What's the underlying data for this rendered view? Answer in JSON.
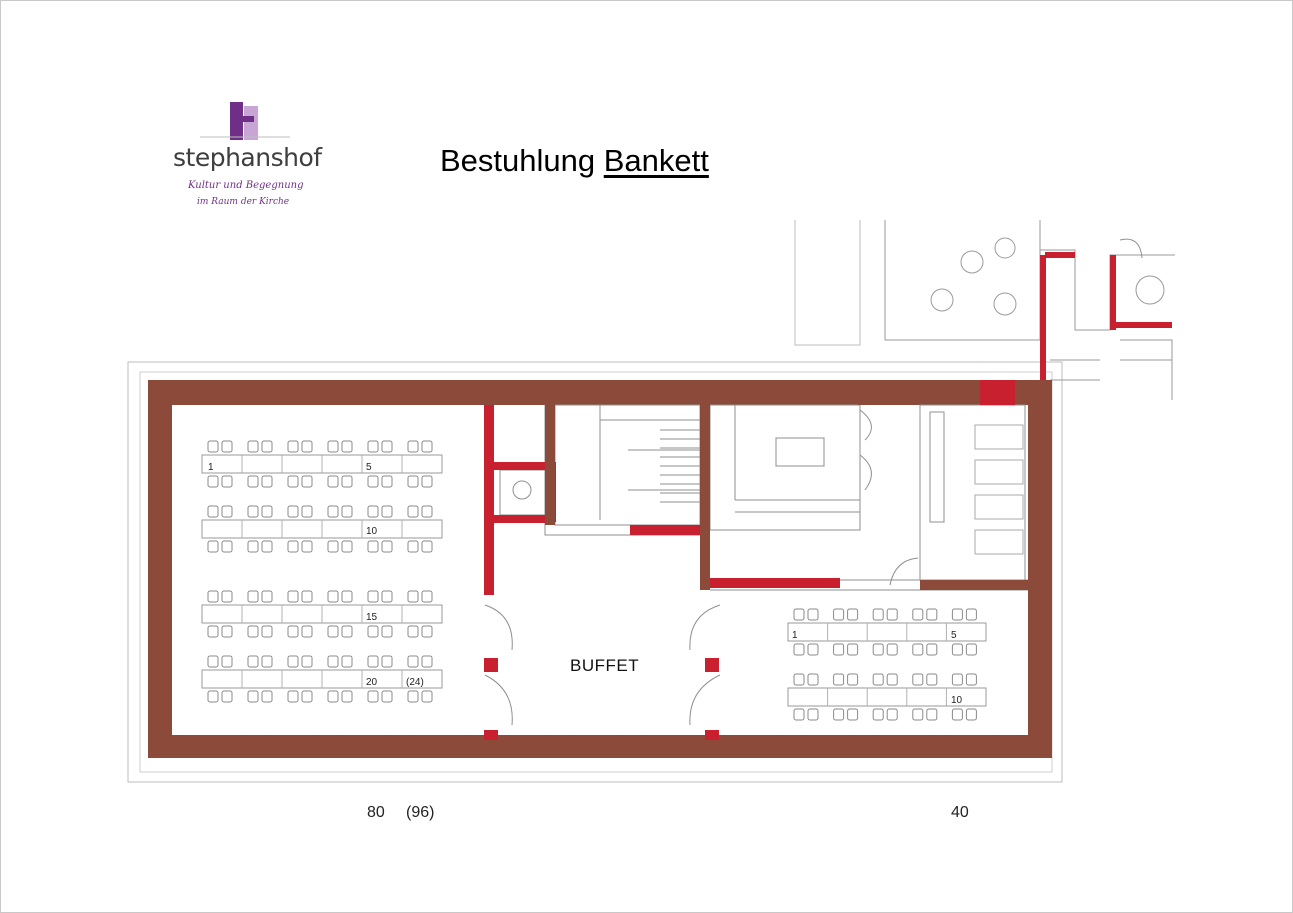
{
  "logo": {
    "name": "stephanshof",
    "tagline_1": "Kultur und Begegnung",
    "tagline_2": "im Raum der Kirche",
    "colors": {
      "dark": "#6f2f86",
      "light": "#c7a6d6"
    }
  },
  "title": {
    "prefix": "Bestuhlung ",
    "emphasis": "Bankett"
  },
  "plan": {
    "buffet_label": "BUFFET",
    "west_hall": {
      "table_numbers": [
        "1",
        "5",
        "10",
        "15",
        "20",
        "(24)"
      ]
    },
    "east_hall": {
      "table_numbers": [
        "1",
        "5",
        "10"
      ]
    },
    "colors": {
      "wall": "#8b4a3a",
      "accent_wall": "#c8202f",
      "line": "#9a9a9a"
    }
  },
  "capacity": {
    "west": "80",
    "west_max": "(96)",
    "east": "40"
  }
}
